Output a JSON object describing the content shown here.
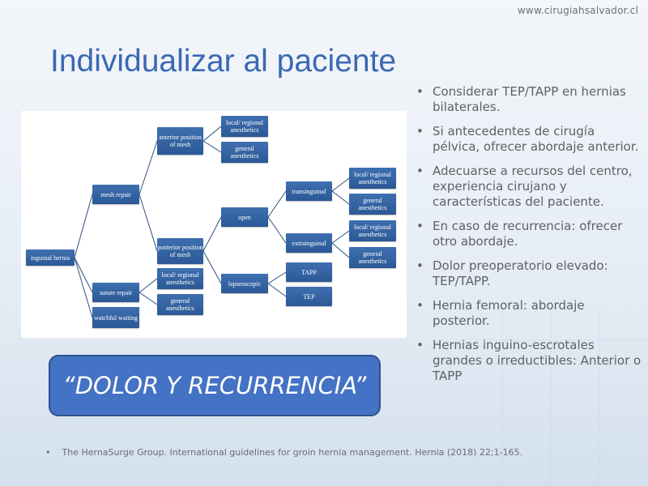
{
  "header": {
    "site_url": "www.cirugiahsalvador.cl",
    "title": "Individualizar al paciente"
  },
  "diagram": {
    "nodes": {
      "inguinal_hernia": "inguinal hernia",
      "mesh_repair": "mesh repair",
      "suture_repair": "suture repair",
      "watchful_waiting": "watchful waiting",
      "anterior_position": "anterior position of mesh",
      "posterior_position": "posterior position of mesh",
      "ant_local": "local/ regional anesthetics",
      "ant_general": "general anesthetics",
      "sut_local": "local/ regional anesthetics",
      "sut_general": "general anesthetics",
      "open": "open",
      "laparoscopic": "laparoscopic",
      "transinguinal": "transinguinal",
      "extrainguinal": "extrainguinal",
      "trans_local": "local/ regional anesthetics",
      "trans_general": "general anesthetics",
      "extra_local": "local/ regional anesthetics",
      "extra_general": "general anesthetics",
      "tapp": "TAPP",
      "tep": "TEP"
    }
  },
  "bullets": [
    "Considerar TEP/TAPP en hernias bilaterales.",
    "Si antecedentes de cirugía pélvica, ofrecer abordaje anterior.",
    "Adecuarse a recursos del centro, experiencia cirujano y características del paciente.",
    "En caso de recurrencia: ofrecer otro abordaje.",
    "Dolor preoperatorio elevado: TEP/TAPP.",
    "Hernia femoral: abordaje posterior.",
    "Hernias inguino-escrotales grandes o irreductibles: Anterior o TAPP"
  ],
  "bullet_marker": "•",
  "callout": "“DOLOR Y RECURRENCIA”",
  "reference_marker": "•",
  "reference": "The HernaSurge Group. International guidelines for groin hernia management. Hernia (2018) 22;1-165."
}
